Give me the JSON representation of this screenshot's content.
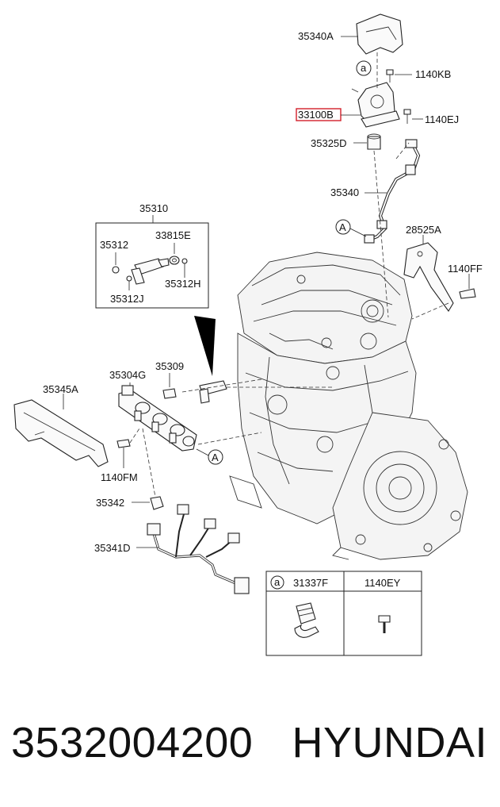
{
  "diagram": {
    "labels": {
      "l35340A": "35340A",
      "la_top": "a",
      "l1140KB": "1140KB",
      "l33100B": "33100B",
      "l1140EJ": "1140EJ",
      "l35325D": "35325D",
      "l35340": "35340",
      "lA_right": "A",
      "l28525A": "28525A",
      "l1140FF": "1140FF",
      "l35310": "35310",
      "l35312": "35312",
      "l33815E": "33815E",
      "l35312H": "35312H",
      "l35312J": "35312J",
      "l35304G": "35304G",
      "l35309": "35309",
      "l35345A": "35345A",
      "lA_left": "A",
      "l1140FM": "1140FM",
      "l35342": "35342",
      "l35341D": "35341D",
      "la_table": "a",
      "l31337F": "31337F",
      "l1140EY": "1140EY"
    },
    "highlight_color": "#d3202a"
  },
  "footer": {
    "part_number": "3532004200",
    "brand": "HYUNDAI"
  }
}
